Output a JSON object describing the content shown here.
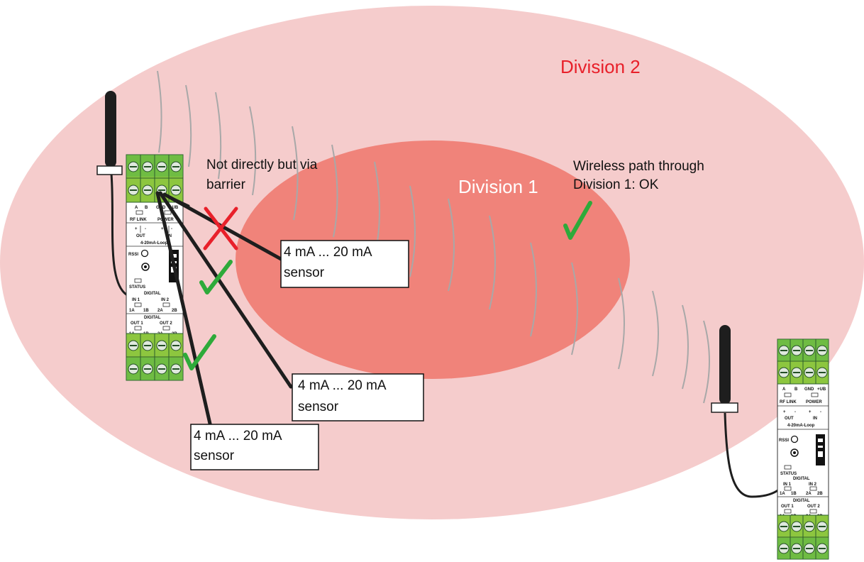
{
  "zones": {
    "outer": {
      "label": "Division 2",
      "fill": "#f5cccc",
      "label_color": "#e8202a"
    },
    "inner": {
      "label": "Division 1",
      "fill": "#f0837a",
      "label_color": "#ffffff"
    }
  },
  "annotations": {
    "barrier_note": [
      "Not directly but via",
      "barrier"
    ],
    "wireless_note": [
      "Wireless path through",
      "Division 1: OK"
    ]
  },
  "sensors": [
    {
      "line1": "4 mA ... 20 mA",
      "line2": "sensor"
    },
    {
      "line1": "4 mA ... 20 mA",
      "line2": "sensor"
    },
    {
      "line1": "4 mA ... 20 mA",
      "line2": "sensor"
    }
  ],
  "device": {
    "rf_link_label": "RF LINK",
    "power_label": "POWER",
    "a_label": "A",
    "b_label": "B",
    "gnd_label": "GND",
    "ub_label": "+UB",
    "out_label": "OUT",
    "in_label": "IN",
    "plus_label": "+",
    "minus_label": "-",
    "loop_label": "4-20mA-Loop",
    "rssi_label": "RSSI",
    "status_label": "STATUS",
    "digital_label": "DIGITAL",
    "in1_label": "IN 1",
    "in2_label": "IN 2",
    "out1_label": "OUT 1",
    "out2_label": "OUT 2",
    "t1a": "1A",
    "t1b": "1B",
    "t2a": "2A",
    "t2b": "2B",
    "body_color": "#8dc63f",
    "terminal_color": "#3aa84a"
  },
  "colors": {
    "cross": "#e8202a",
    "check": "#2eaa3a",
    "wave": "#a8a8a8",
    "wire": "#1e1e1e"
  }
}
